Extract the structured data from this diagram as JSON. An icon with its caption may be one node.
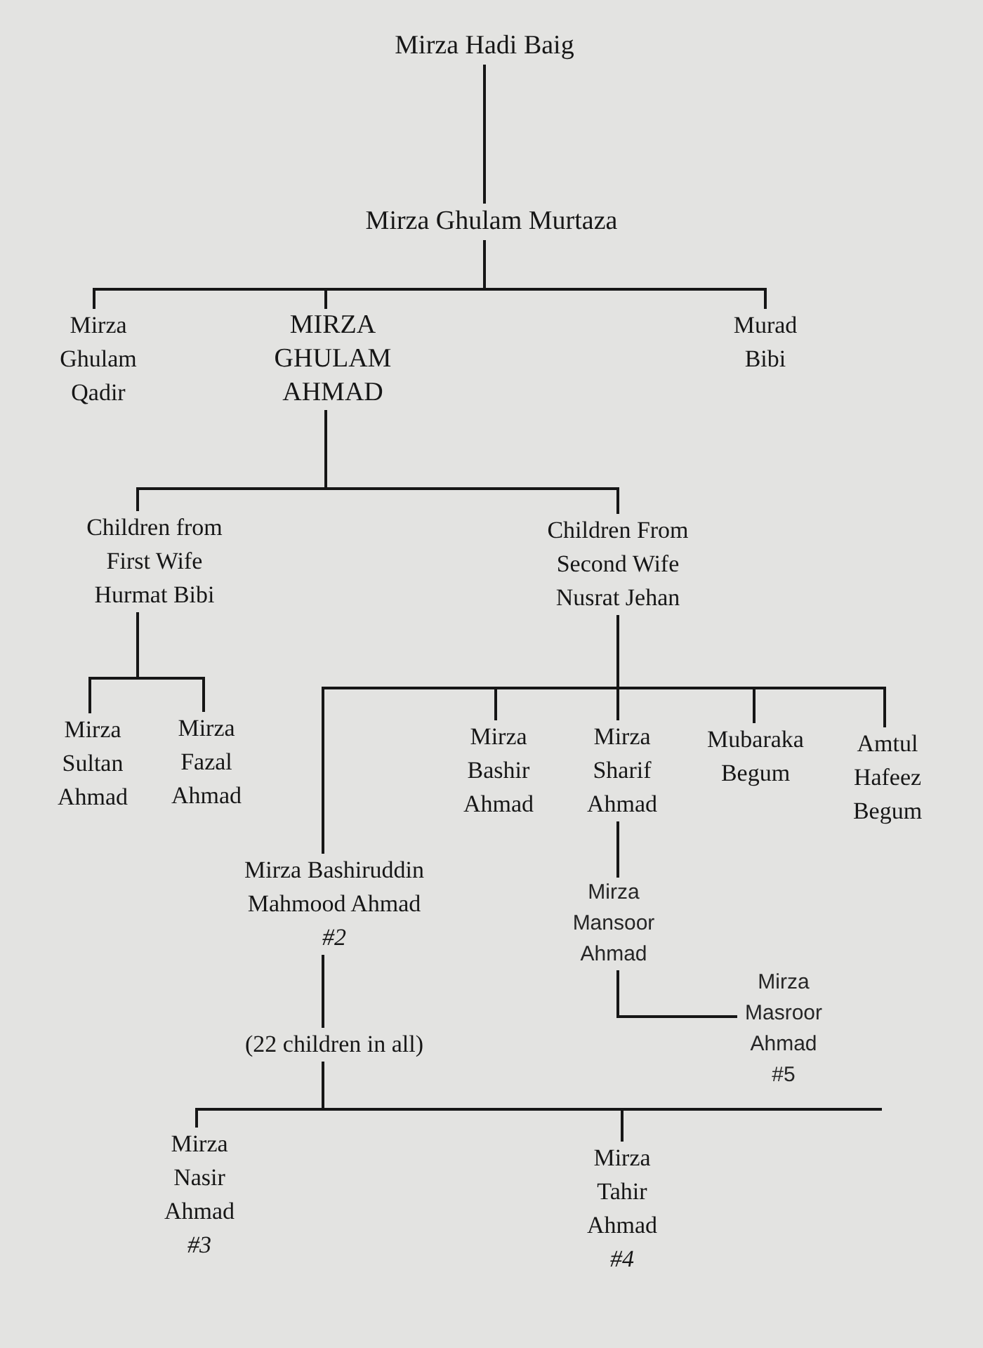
{
  "diagram": {
    "nodes": [
      {
        "text": [
          "Mirza Hadi Baig"
        ]
      },
      {
        "text": [
          "Mirza Ghulam Murtaza"
        ]
      },
      {
        "text": [
          "Mirza Ghulam Qadir"
        ]
      },
      {
        "text": [
          "MIRZA GHULAM AHMAD"
        ]
      },
      {
        "text": [
          "Murad Bibi"
        ]
      },
      {
        "text": [
          "Children from First Wife Hurmat Bibi"
        ]
      },
      {
        "text": [
          "Children From Second Wife Nusrat Jehan"
        ]
      },
      {
        "text": [
          "Mirza Sultan Ahmad"
        ]
      },
      {
        "text": [
          "Mirza Fazal Ahmad"
        ]
      },
      {
        "text": [
          "Mirza Bashir Ahmad"
        ]
      },
      {
        "text": [
          "Mirza Sharif Ahmad"
        ]
      },
      {
        "text": [
          "Mubaraka Begum"
        ]
      },
      {
        "text": [
          "Amtul Hafeez Begum"
        ]
      },
      {
        "text": [
          "Mirza Bashiruddin Mahmood Ahmad",
          "#2"
        ]
      },
      {
        "text": [
          "Mirza Mansoor Ahmad"
        ]
      },
      {
        "text": [
          "Mirza Masroor Ahmad",
          "#5"
        ]
      },
      {
        "text": [
          "(22 children in all)"
        ]
      },
      {
        "text": [
          "Mirza Nasir Ahmad",
          "#3"
        ]
      },
      {
        "text": [
          "Mirza Tahir Ahmad",
          "#4"
        ]
      }
    ],
    "edges": [
      {
        "from": 0,
        "to": 1,
        "arrow": "none"
      },
      {
        "from": 1,
        "to": 2,
        "arrow": "none"
      },
      {
        "from": 1,
        "to": 3,
        "arrow": "none"
      },
      {
        "from": 1,
        "to": 4,
        "arrow": "none"
      },
      {
        "from": 3,
        "to": 5,
        "arrow": "none"
      },
      {
        "from": 3,
        "to": 6,
        "arrow": "none"
      },
      {
        "from": 5,
        "to": 7,
        "arrow": "none"
      },
      {
        "from": 5,
        "to": 8,
        "arrow": "none"
      },
      {
        "from": 6,
        "to": 13,
        "arrow": "none"
      },
      {
        "from": 6,
        "to": 9,
        "arrow": "none"
      },
      {
        "from": 6,
        "to": 10,
        "arrow": "none"
      },
      {
        "from": 6,
        "to": 11,
        "arrow": "none"
      },
      {
        "from": 6,
        "to": 12,
        "arrow": "none"
      },
      {
        "from": 10,
        "to": 14,
        "arrow": "none"
      },
      {
        "from": 14,
        "to": 15,
        "arrow": "none"
      },
      {
        "from": 13,
        "to": 16,
        "arrow": "none"
      },
      {
        "from": 16,
        "to": 17,
        "arrow": "none"
      },
      {
        "from": 16,
        "to": 18,
        "arrow": "none"
      }
    ]
  }
}
